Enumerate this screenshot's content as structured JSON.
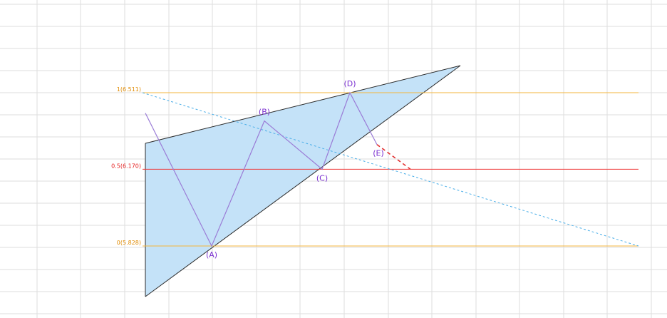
{
  "chart_data": {
    "type": "line",
    "title": "",
    "grid": true,
    "colors": {
      "triangle_fill": "#c4e2f8",
      "triangle_stroke": "#2a2a2a",
      "wave": "#9a7bd6",
      "label": "#7a2fd0",
      "level_outer": "#f3b63d",
      "level_mid": "#ef3a3a",
      "level_outer_text": "#e08a00",
      "level_mid_text": "#e62020",
      "dashed_trend": "#4aaee8",
      "projection": "#e23030",
      "grid": "#dedede"
    },
    "fib_levels": [
      {
        "label": "1(6.511)",
        "ratio": 1,
        "price": 6.511
      },
      {
        "label": "0.5(6.170)",
        "ratio": 0.5,
        "price": 6.17
      },
      {
        "label": "0(5.828)",
        "ratio": 0,
        "price": 5.828
      }
    ],
    "wave_points": [
      {
        "label": "",
        "price": 6.42
      },
      {
        "label": "(A)",
        "price": 5.828
      },
      {
        "label": "(B)",
        "price": 6.385
      },
      {
        "label": "(C)",
        "price": 6.17
      },
      {
        "label": "(D)",
        "price": 6.511
      },
      {
        "label": "(E)",
        "price": 6.28
      }
    ],
    "projection_target": 6.17
  }
}
